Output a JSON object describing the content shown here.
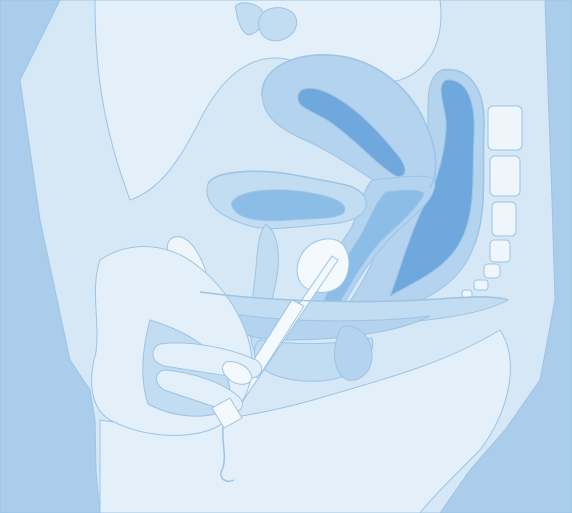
{
  "figure": {
    "labels": [],
    "colors": {
      "background": "#ffffff",
      "skin_outer": "#a9cdea",
      "skin_body": "#d6e8f6",
      "skin_light": "#e3eff9",
      "tissue": "#c2dcf1",
      "tissue_mid": "#b3d3ee",
      "cavity_dark": "#6fa8dc",
      "cavity_mid": "#8cbde6",
      "bone": "#eef5fb",
      "applicator": "#f4f9fd",
      "outline": "#9cc4e6"
    },
    "icons": [
      "pelvis-cross-section",
      "hand",
      "applicator"
    ]
  }
}
